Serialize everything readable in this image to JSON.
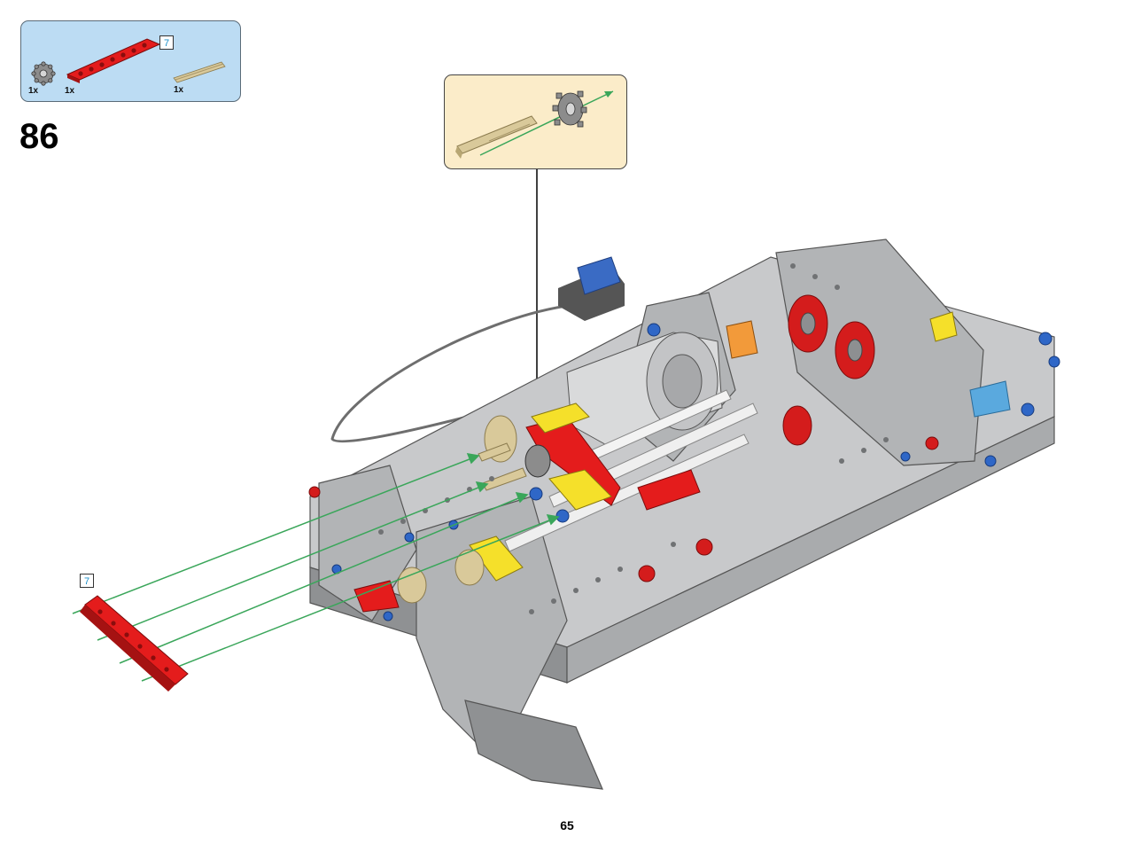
{
  "parts_list": {
    "items": [
      {
        "part": "gear",
        "quantity": "1x"
      },
      {
        "part": "beam",
        "quantity": "1x",
        "length": "7",
        "color": "#e41c1c"
      },
      {
        "part": "axle",
        "quantity": "1x",
        "color": "#d9c99a"
      }
    ]
  },
  "step_number": "86",
  "assembly": {
    "beam_length_label": "7",
    "guide_color": "#3aa65a"
  },
  "page_number": "65",
  "colors": {
    "parts_panel_bg": "#bcdcf3",
    "callout_bg": "#fbecc9",
    "beam_red": "#e41c1c",
    "frame_gray": "#a9abad",
    "accent_yellow": "#f5e02a",
    "accent_blue": "#2f67c7"
  }
}
